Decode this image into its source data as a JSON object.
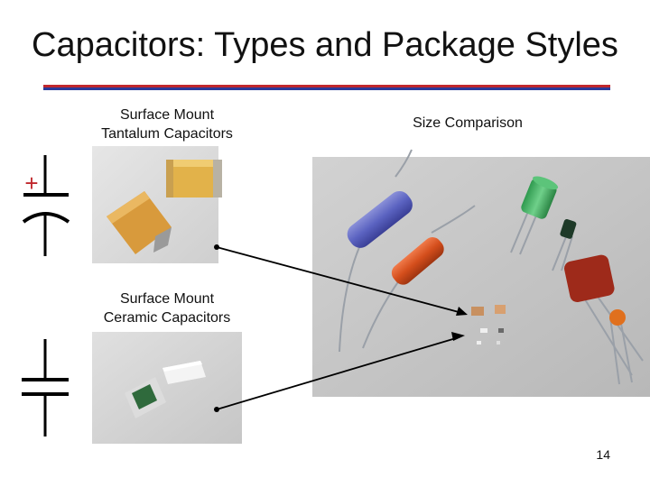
{
  "slide": {
    "title": "Capacitors: Types and Package Styles",
    "page_number": "14"
  },
  "captions": {
    "tantalum": [
      "Surface Mount",
      "Tantalum Capacitors"
    ],
    "size_comparison": "Size Comparison",
    "ceramic": [
      "Surface Mount",
      "Ceramic Capacitors"
    ]
  },
  "symbols": {
    "polarized_sign": "+"
  },
  "colors": {
    "rule_red": "#c0282d",
    "rule_blue": "#2b3a9a"
  }
}
